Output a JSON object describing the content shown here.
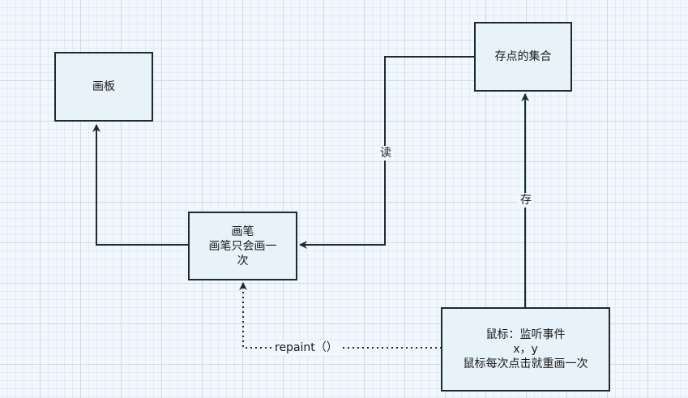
{
  "nodes": {
    "board": "画板",
    "points": "存点的集合",
    "pen": "画笔\n画笔只会画一\n次",
    "mouse": "鼠标：监听事件\nx，y\n鼠标每次点击就重画一次"
  },
  "edges": {
    "read": "读",
    "store": "存",
    "repaint": "repaint（）"
  },
  "colors": {
    "stroke": "#1e2a33",
    "node_fill": "#e8f2fa",
    "grid": "#c9dcec"
  }
}
